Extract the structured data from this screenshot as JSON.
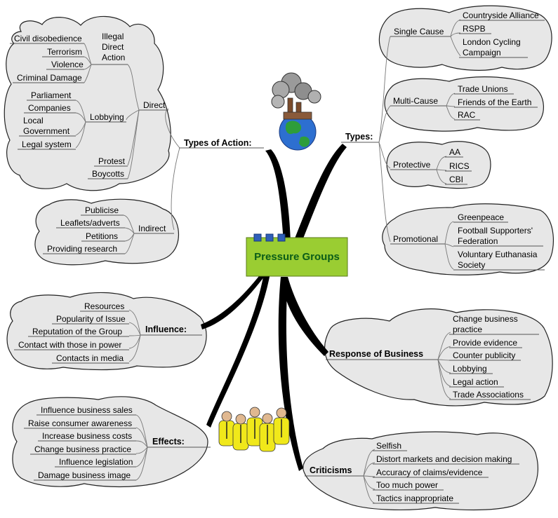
{
  "center": {
    "title": "Pressure Groups"
  },
  "branches": {
    "types_of_action": {
      "label": "Types of Action:",
      "direct": {
        "label": "Direct",
        "illegal": {
          "label_lines": [
            "Illegal",
            "Direct",
            "Action"
          ],
          "items": [
            "Civil disobedience",
            "Terrorism",
            "Violence",
            "Criminal Damage"
          ]
        },
        "lobbying": {
          "label": "Lobbying",
          "items": [
            "Parliament",
            "Companies",
            "Local",
            "Government",
            "Legal system"
          ]
        },
        "other": [
          "Protest",
          "Boycotts"
        ]
      },
      "indirect": {
        "label": "Indirect",
        "items": [
          "Publicise",
          "Leaflets/adverts",
          "Petitions",
          "Providing research"
        ]
      }
    },
    "types": {
      "label": "Types:",
      "single_cause": {
        "label": "Single Cause",
        "items": [
          "Countryside Alliance",
          "RSPB",
          "London Cycling",
          "Campaign"
        ]
      },
      "multi_cause": {
        "label": "Multi-Cause",
        "items": [
          "Trade Unions",
          "Friends of the Earth",
          "RAC"
        ]
      },
      "protective": {
        "label": "Protective",
        "items": [
          "AA",
          "RICS",
          "CBI"
        ]
      },
      "promotional": {
        "label": "Promotional",
        "items": [
          "Greenpeace",
          "Football Supporters'",
          "Federation",
          "Voluntary Euthanasia",
          "Society"
        ]
      }
    },
    "influence": {
      "label": "Influence:",
      "items": [
        "Resources",
        "Popularity of Issue",
        "Reputation of the Group",
        "Contact with those in power",
        "Contacts in media"
      ]
    },
    "response": {
      "label": "Response of Business",
      "items": [
        "Change business",
        "practice",
        "Provide evidence",
        "Counter publicity",
        "Lobbying",
        "Legal action",
        "Trade Associations"
      ]
    },
    "effects": {
      "label": "Effects:",
      "items": [
        "Influence business sales",
        "Raise consumer awareness",
        "Increase business costs",
        "Change business practice",
        "Influence legislation",
        "Damage business image"
      ]
    },
    "criticisms": {
      "label": "Criticisms",
      "items": [
        "Selfish",
        "Distort markets and decision making",
        "Accuracy of claims/evidence",
        "Too much power",
        "Tactics inappropriate"
      ]
    }
  },
  "colors": {
    "center_fill": "#9acd32",
    "center_text": "#0b5d18",
    "cloud_fill": "#e7e7e7",
    "trunk": "#000000"
  },
  "icons": [
    "factory-globe-icon",
    "crowd-icon",
    "blue-squares-icon"
  ]
}
